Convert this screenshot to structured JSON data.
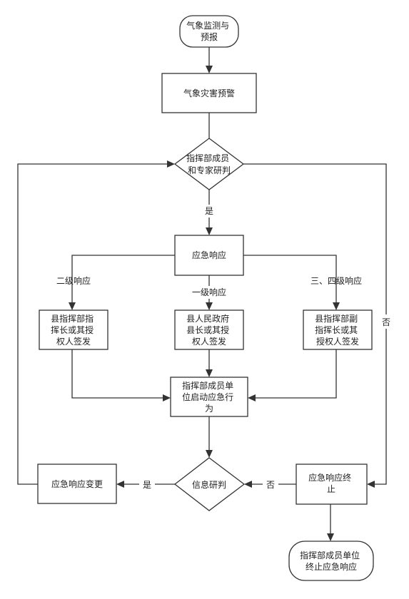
{
  "nodes": {
    "start": {
      "lines": [
        "气象监测与",
        "预报"
      ]
    },
    "warning": {
      "lines": [
        "气象灾害预警"
      ]
    },
    "judge": {
      "lines": [
        "指挥部成员",
        "和专家研判"
      ]
    },
    "response": {
      "lines": [
        "应急响应"
      ]
    },
    "level2_sign": {
      "lines": [
        "县指挥部指",
        "挥长或其授",
        "权人签发"
      ]
    },
    "level1_sign": {
      "lines": [
        "县人民政府",
        "县长或其授",
        "权人签发"
      ]
    },
    "level34_sign": {
      "lines": [
        "县指挥部副",
        "指挥长或其",
        "授权人签发"
      ]
    },
    "members_start": {
      "lines": [
        "指挥部成员单",
        "位启动应急行",
        "为"
      ]
    },
    "info_judge": {
      "lines": [
        "信息研判"
      ]
    },
    "change": {
      "lines": [
        "应急响应变更"
      ]
    },
    "terminate": {
      "lines": [
        "应急响应终",
        "止"
      ]
    },
    "end": {
      "lines": [
        "指挥部成员单位",
        "终止应急响应"
      ]
    }
  },
  "edge_labels": {
    "yes_judge": "是",
    "level2": "二级响应",
    "level1": "一级响应",
    "level34": "三、四级响应",
    "no_judge": "否",
    "yes_info": "是",
    "no_info": "否"
  }
}
